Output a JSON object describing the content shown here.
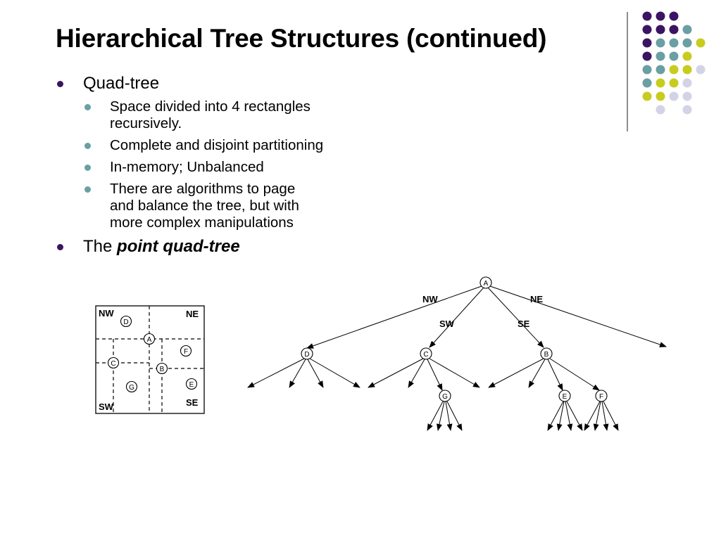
{
  "slide": {
    "title": "Hierarchical Tree Structures (continued)",
    "bullets": {
      "quad_tree": "Quad-tree",
      "sub": {
        "line1a": "Space divided into 4 rectangles",
        "line1b": "recursively.",
        "line2": "Complete and disjoint partitioning",
        "line3": "In-memory; Unbalanced",
        "line4a": "There are algorithms to page",
        "line4b": "and balance the tree, but with",
        "line4c": "more complex manipulations"
      },
      "point_prefix": "The",
      "point_em": "point quad-tree"
    }
  },
  "colors": {
    "purple": "#3b1463",
    "teal": "#6a9fa3",
    "yellow": "#c8cc1e",
    "lavender": "#d3d3e8"
  },
  "diagram": {
    "quadrant_labels": {
      "nw": "NW",
      "ne": "NE",
      "sw": "SW",
      "se": "SE"
    },
    "points": {
      "a": "A",
      "b": "B",
      "c": "C",
      "d": "D",
      "e": "E",
      "f": "F",
      "g": "G"
    },
    "tree_labels": {
      "nw": "NW",
      "ne": "NE",
      "sw": "SW",
      "se": "SE"
    },
    "tree_nodes": {
      "a": "A",
      "b": "B",
      "c": "C",
      "d": "D",
      "e": "E",
      "f": "F",
      "g": "G"
    }
  }
}
